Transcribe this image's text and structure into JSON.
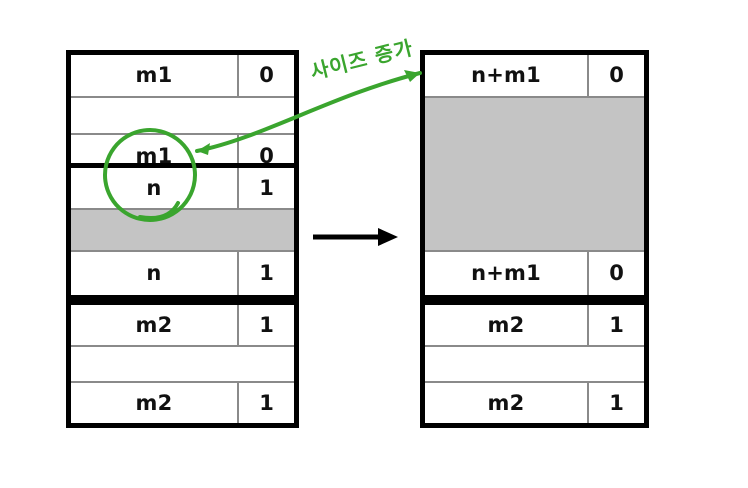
{
  "diagram": {
    "title_text": "",
    "background_color": "#ffffff",
    "colors": {
      "border": "#000000",
      "row_divider": "#8a8a8a",
      "filler_gray": "#c4c4c4",
      "annotation_green": "#3aa52e",
      "text": "#111111"
    }
  },
  "left_table": {
    "name": "before-state",
    "blocks": [
      {
        "name": "block-m1",
        "rows": [
          {
            "label": "m1",
            "flag": "0",
            "kind": "header"
          },
          {
            "label": "",
            "flag": "",
            "kind": "blank"
          },
          {
            "label": "m1",
            "flag": "0",
            "kind": "footer"
          }
        ]
      },
      {
        "name": "block-n-free",
        "rows": [
          {
            "label": "n",
            "flag": "1",
            "kind": "header"
          },
          {
            "label": "",
            "flag": "",
            "kind": "filler"
          },
          {
            "label": "n",
            "flag": "1",
            "kind": "footer"
          }
        ]
      },
      {
        "name": "block-m2",
        "rows": [
          {
            "label": "m2",
            "flag": "1",
            "kind": "header"
          },
          {
            "label": "",
            "flag": "",
            "kind": "blank"
          },
          {
            "label": "m2",
            "flag": "1",
            "kind": "footer"
          }
        ]
      }
    ]
  },
  "right_table": {
    "name": "after-state",
    "blocks": [
      {
        "name": "block-coalesced",
        "rows": [
          {
            "label": "n+m1",
            "flag": "0",
            "kind": "header"
          },
          {
            "label": "",
            "flag": "",
            "kind": "filler"
          },
          {
            "label": "n+m1",
            "flag": "0",
            "kind": "footer"
          }
        ]
      },
      {
        "name": "block-m2",
        "rows": [
          {
            "label": "m2",
            "flag": "1",
            "kind": "header"
          },
          {
            "label": "",
            "flag": "",
            "kind": "blank"
          },
          {
            "label": "m2",
            "flag": "1",
            "kind": "footer"
          }
        ]
      }
    ]
  },
  "annotations": {
    "handwritten_note": "사이즈 증가",
    "transform_arrow": "→",
    "circled_target": "m1 / n boundary tags"
  }
}
